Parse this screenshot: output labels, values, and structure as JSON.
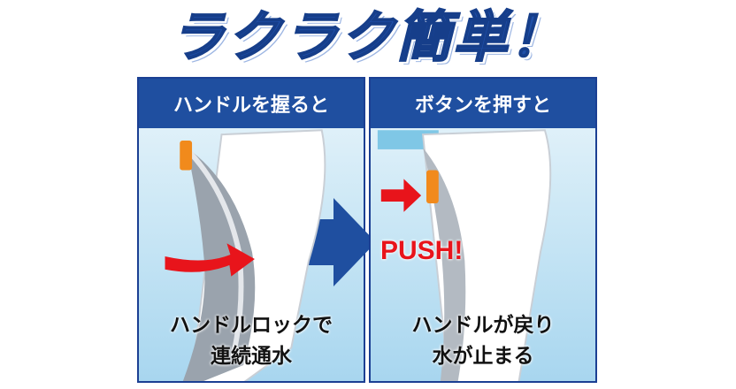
{
  "title": "ラクラク簡単！",
  "panels": [
    {
      "header": "ハンドルを握ると",
      "caption_line1": "ハンドルロックで",
      "caption_line2": "連続通水"
    },
    {
      "header": "ボタンを押すと",
      "caption_line1": "ハンドルが戻り",
      "caption_line2": "水が止まる",
      "push_label": "PUSH!"
    }
  ],
  "colors": {
    "title": "#1f4fa8",
    "header_bg": "#1f4fa0",
    "arrow_blue": "#1f4fa0",
    "arrow_red": "#e8141b",
    "button_orange": "#f18a1c"
  }
}
